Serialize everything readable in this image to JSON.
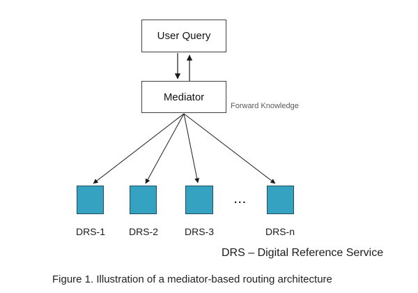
{
  "diagram": {
    "nodes": {
      "user_query": "User Query",
      "mediator": "Mediator"
    },
    "edge_label": "Forward Knowledge",
    "drs_nodes": [
      "DRS-1",
      "DRS-2",
      "DRS-3",
      "DRS-n"
    ],
    "ellipsis": "...",
    "legend": "DRS – Digital Reference Service"
  },
  "caption": "Figure 1. Illustration of a mediator-based routing architecture",
  "colors": {
    "drs-fill": "#35A2C2",
    "drs-border": "#1f4e63",
    "box-border": "#404040",
    "line": "#1a1a1a",
    "edge-label": "#595959"
  }
}
